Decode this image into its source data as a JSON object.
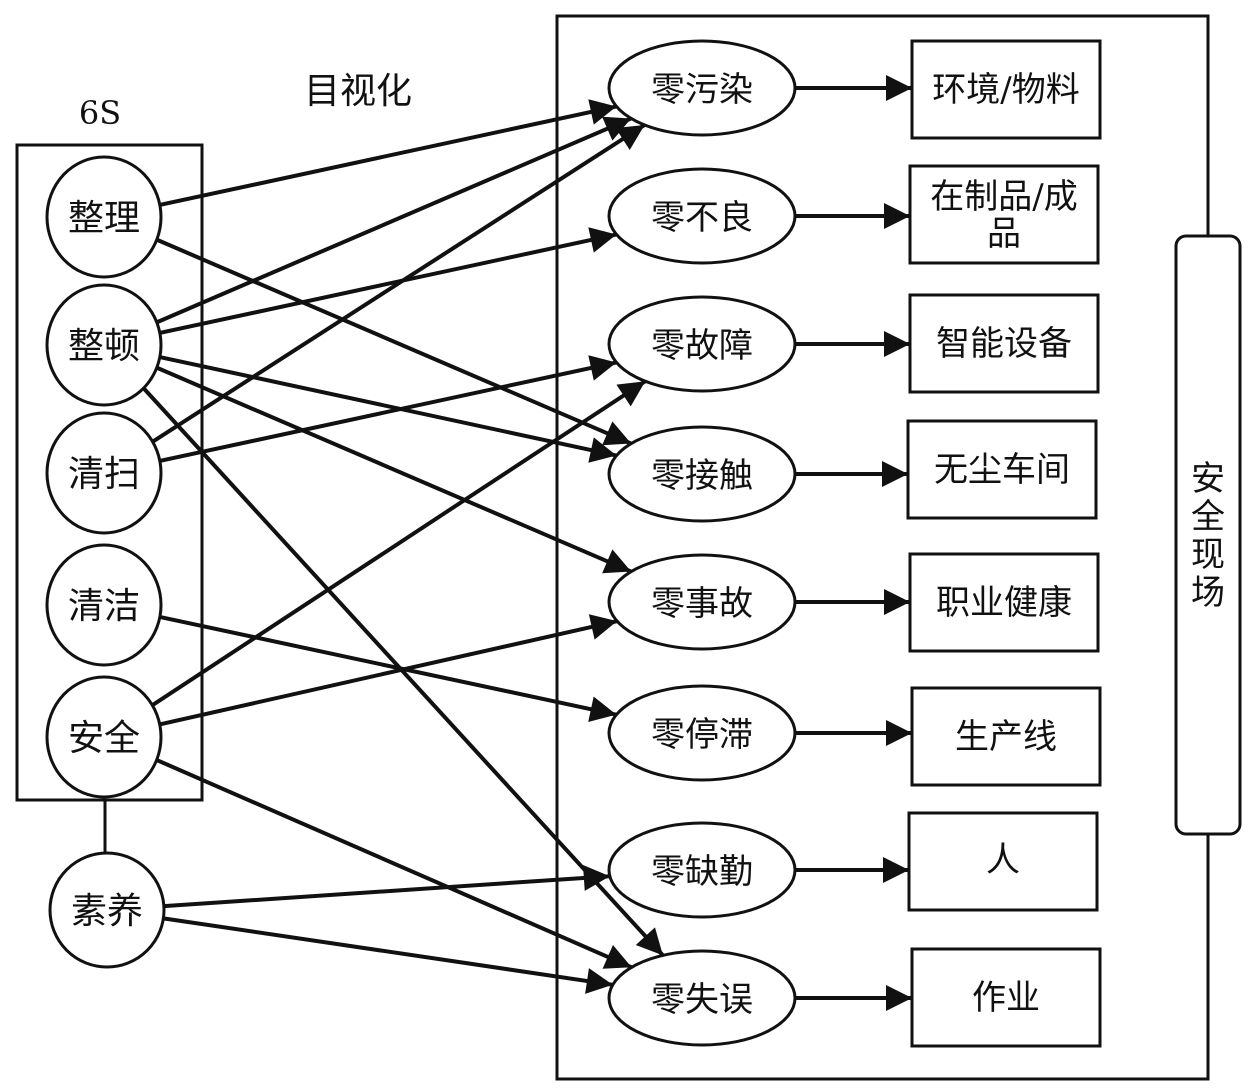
{
  "diagram": {
    "group_label": "6S",
    "edge_label": "目视化",
    "side_label": "安全现场",
    "sources": [
      {
        "id": "s1",
        "label": "整理"
      },
      {
        "id": "s2",
        "label": "整顿"
      },
      {
        "id": "s3",
        "label": "清扫"
      },
      {
        "id": "s4",
        "label": "清洁"
      },
      {
        "id": "s5",
        "label": "安全"
      },
      {
        "id": "s6",
        "label": "素养"
      }
    ],
    "goals": [
      {
        "id": "g1",
        "label": "零污染",
        "target": [
          "环境/物料"
        ]
      },
      {
        "id": "g2",
        "label": "零不良",
        "target": [
          "在制品/成",
          "品"
        ]
      },
      {
        "id": "g3",
        "label": "零故障",
        "target": [
          "智能设备"
        ]
      },
      {
        "id": "g4",
        "label": "零接触",
        "target": [
          "无尘车间"
        ]
      },
      {
        "id": "g5",
        "label": "零事故",
        "target": [
          "职业健康"
        ]
      },
      {
        "id": "g6",
        "label": "零停滞",
        "target": [
          "生产线"
        ]
      },
      {
        "id": "g7",
        "label": "零缺勤",
        "target": [
          "人"
        ]
      },
      {
        "id": "g8",
        "label": "零失误",
        "target": [
          "作业"
        ]
      }
    ],
    "edges": [
      [
        "s1",
        "g1"
      ],
      [
        "s1",
        "g4"
      ],
      [
        "s2",
        "g1"
      ],
      [
        "s2",
        "g2"
      ],
      [
        "s2",
        "g4"
      ],
      [
        "s2",
        "g5"
      ],
      [
        "s2",
        "g8"
      ],
      [
        "s3",
        "g1"
      ],
      [
        "s3",
        "g3"
      ],
      [
        "s4",
        "g6"
      ],
      [
        "s5",
        "g3"
      ],
      [
        "s5",
        "g5"
      ],
      [
        "s5",
        "g8"
      ],
      [
        "s6",
        "g7"
      ],
      [
        "s6",
        "g8"
      ]
    ]
  }
}
